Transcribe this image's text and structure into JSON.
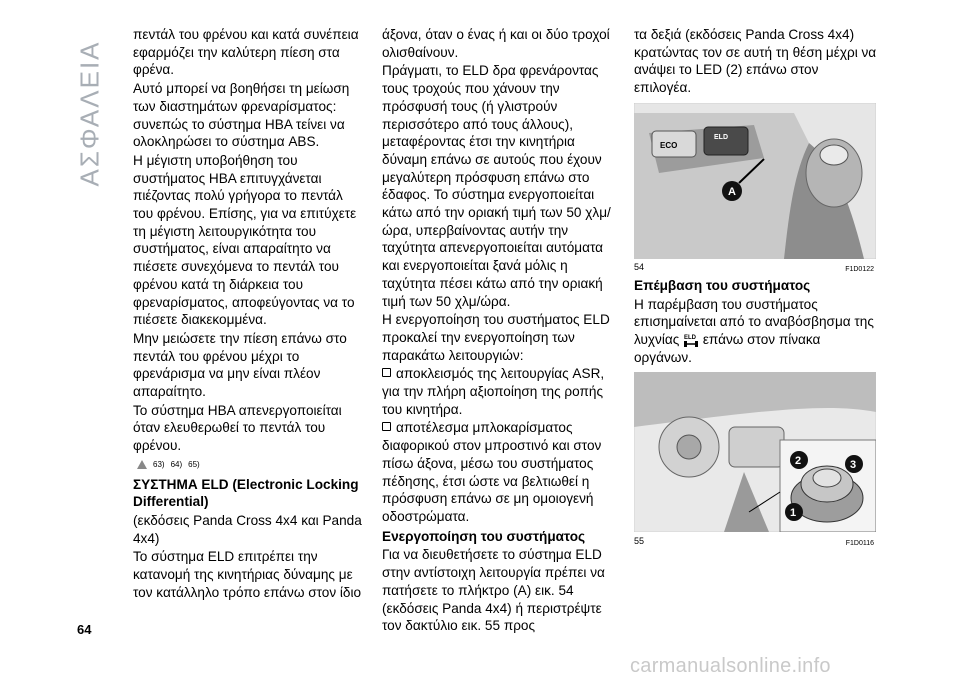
{
  "side_tab": "ΑΣΦΑΛΕΙΑ",
  "page_number": "64",
  "watermark": "carmanualsonline.info",
  "col1": {
    "p1": "πεντάλ του φρένου και κατά συνέπεια εφαρμόζει την καλύτερη πίεση στα φρένα.",
    "p2": "Αυτό μπορεί να βοηθήσει τη μείωση των διαστημάτων φρεναρίσματος: συνεπώς το σύστημα HBA τείνει να ολοκληρώσει το σύστημα ABS.",
    "p3": "Η μέγιστη υποβοήθηση του συστήματος HBA επιτυγχάνεται πιέζοντας πολύ γρήγορα το πεντάλ του φρένου. Επίσης, για να επιτύχετε τη μέγιστη λειτουργικότητα του συστήματος, είναι απαραίτητο να πιέσετε συνεχόμενα το πεντάλ του φρένου κατά τη διάρκεια του φρεναρίσματος, αποφεύγοντας να το πιέσετε διακεκομμένα.",
    "p4": "Μην μειώσετε την πίεση επάνω στο πεντάλ του φρένου μέχρι το φρενάρισμα να μην είναι πλέον απαραίτητο.",
    "p5": "Το σύστημα HBA απενεργοποιείται όταν ελευθερωθεί το πεντάλ του φρένου.",
    "refs": [
      "63)",
      "64)",
      "65)"
    ],
    "heading": "ΣΥΣΤΗΜΑ ELD (Electronic Locking Differential)",
    "p6": "(εκδόσεις Panda Cross 4x4 και Panda 4x4)",
    "p7": "Το σύστημα ELD επιτρέπει την κατανομή της κινητήριας δύναμης με τον κατάλληλο τρόπο επάνω στον ίδιο"
  },
  "col2": {
    "p1": "άξονα, όταν ο ένας ή και οι δύο τροχοί ολισθαίνουν.",
    "p2": "Πράγματι, το ELD δρα φρενάροντας τους τροχούς που χάνουν την πρόσφυσή τους (ή γλιστρούν περισσότερο από τους άλλους), μεταφέροντας έτσι την κινητήρια δύναμη επάνω σε αυτούς που έχουν μεγαλύτερη πρόσφυση επάνω στο έδαφος. Το σύστημα ενεργοποιείται κάτω από την οριακή τιμή των 50 χλμ/ώρα, υπερβαίνοντας αυτήν την ταχύτητα απενεργοποιείται αυτόματα και ενεργοποιείται ξανά μόλις η ταχύτητα πέσει κάτω από την οριακή τιμή των 50 χλμ/ώρα.",
    "p3": "Η ενεργοποίηση του συστήματος ELD προκαλεί την ενεργοποίηση των παρακάτω λειτουργιών:",
    "b1": "αποκλεισμός της λειτουργίας ASR, για την πλήρη αξιοποίηση της ροπής του κινητήρα.",
    "b2": "αποτέλεσμα μπλοκαρίσματος διαφορικού στον μπροστινό και στον πίσω άξονα, μέσω του συστήματος πέδησης, έτσι ώστε να βελτιωθεί η πρόσφυση επάνω σε μη ομοιογενή οδοστρώματα.",
    "heading": "Ενεργοποίηση του συστήματος",
    "p4": "Για να διευθετήσετε το σύστημα ELD στην αντίστοιχη λειτουργία πρέπει να πατήσετε το πλήκτρο (A) εικ. 54 (εκδόσεις Panda 4x4) ή περιστρέψτε τον δακτύλιο εικ. 55 προς"
  },
  "col3": {
    "p1": "τα δεξιά (εκδόσεις Panda Cross 4x4) κρατώντας τον σε αυτή τη θέση μέχρι να ανάψει το LED (2) επάνω στον επιλογέα.",
    "fig1": {
      "num": "54",
      "code": "F1D0122",
      "eco": "ECO",
      "eld": "ELD",
      "marker": "A"
    },
    "heading": "Επέμβαση του συστήματος",
    "p2a": "Η παρέμβαση του συστήματος επισημαίνεται από το αναβόσβησμα της λυχνίας",
    "p2b": "επάνω στον πίνακα οργάνων.",
    "lamp": "ELD",
    "fig2": {
      "num": "55",
      "code": "F1D0116",
      "m1": "1",
      "m2": "2",
      "m3": "3"
    }
  }
}
